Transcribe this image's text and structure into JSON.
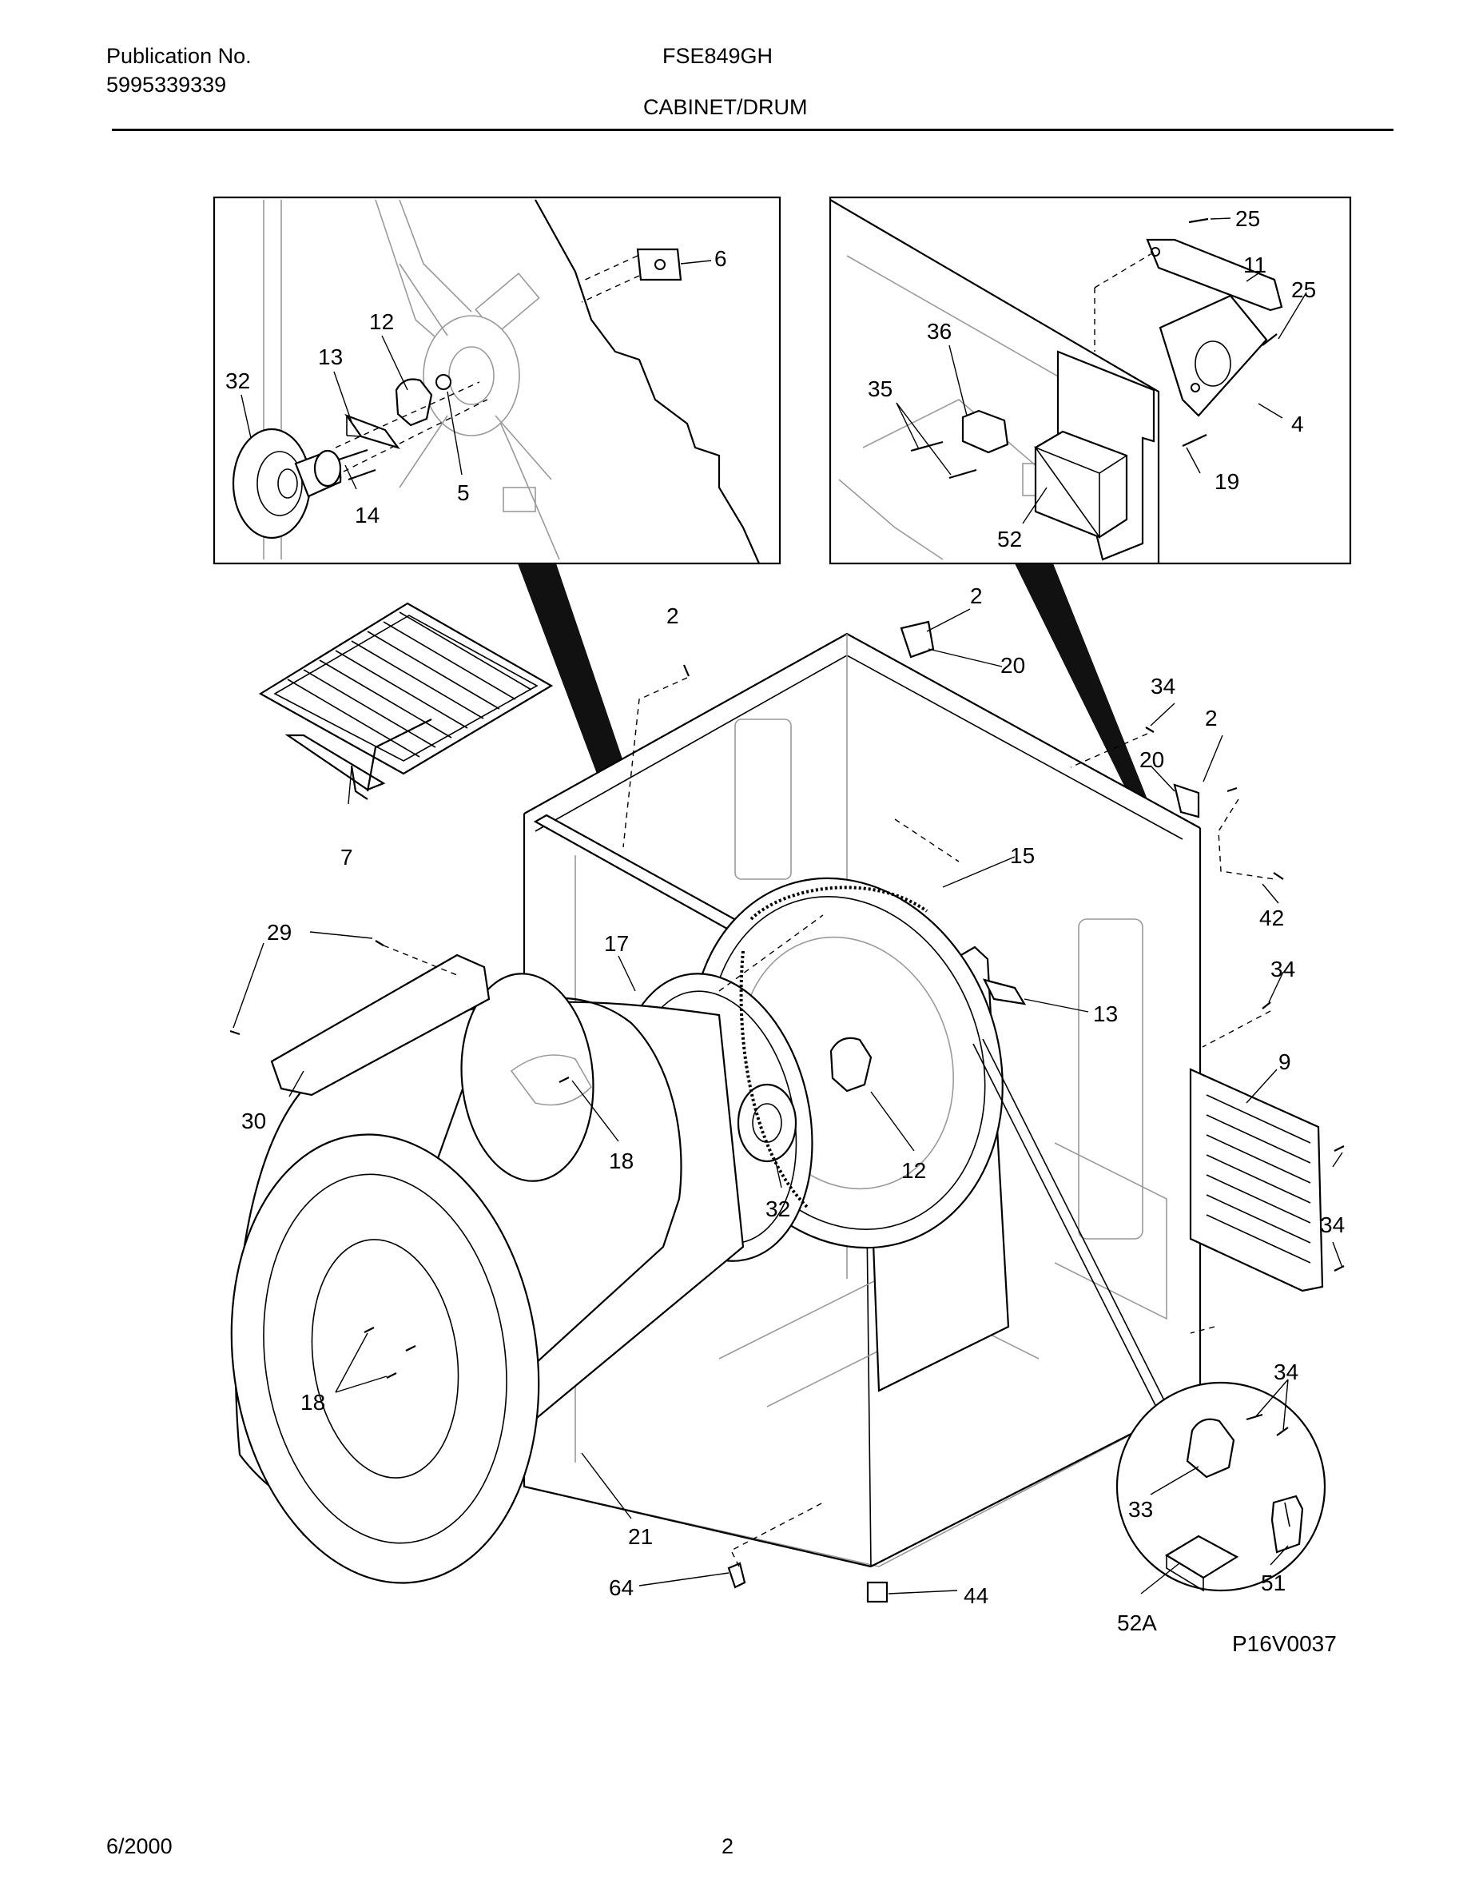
{
  "header": {
    "publication_label": "Publication No.",
    "publication_number": "5995339339",
    "model": "FSE849GH",
    "section_title": "CABINET/DRUM"
  },
  "footer": {
    "date": "6/2000",
    "page_number": "2"
  },
  "diagram": {
    "drawing_code": "P16V0037",
    "left_inset_callouts": [
      "6",
      "12",
      "13",
      "32",
      "14",
      "5"
    ],
    "right_inset_callouts": [
      "25",
      "11",
      "25",
      "36",
      "35",
      "4",
      "19",
      "52"
    ],
    "main_callouts": [
      "2",
      "2",
      "20",
      "34",
      "2",
      "20",
      "7",
      "15",
      "42",
      "29",
      "17",
      "34",
      "13",
      "9",
      "30",
      "18",
      "12",
      "32",
      "34",
      "18",
      "34",
      "33",
      "21",
      "51",
      "64",
      "44",
      "52A"
    ]
  }
}
